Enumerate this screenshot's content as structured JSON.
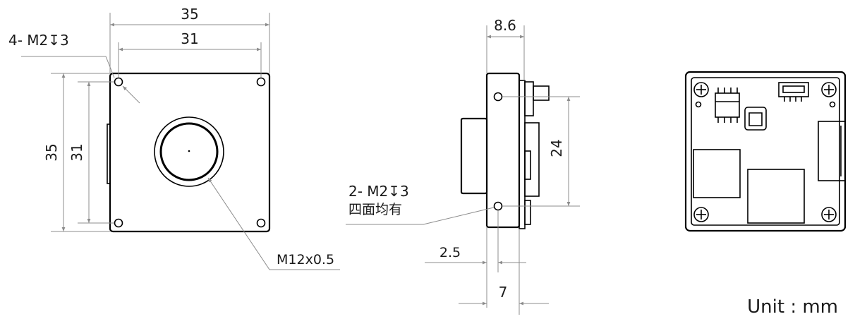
{
  "front_view": {
    "width_outer": "35",
    "width_inner": "31",
    "height_outer": "35",
    "height_inner": "31",
    "hole_callout": "4- M2↧3",
    "lens_thread": "M12x0.5"
  },
  "side_view": {
    "depth": "8.6",
    "hole_spacing": "24",
    "hole_callout_line1": "2- M2↧3",
    "hole_callout_line2": "四面均有",
    "hole_offset": "2.5",
    "flange": "7"
  },
  "unit_label": "Unit : mm"
}
